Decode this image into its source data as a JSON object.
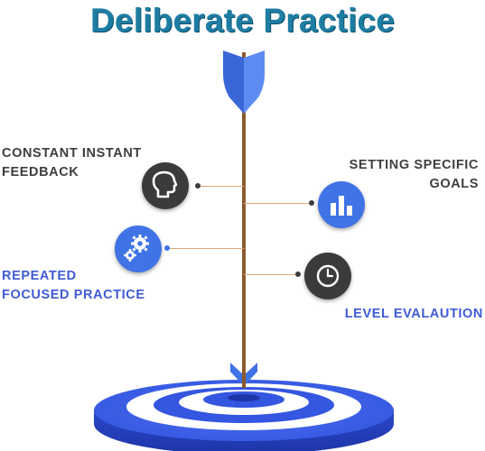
{
  "title": "Deliberate Practice",
  "items": [
    {
      "label_line1": "CONSTANT INSTANT",
      "label_line2": "FEEDBACK",
      "icon": "head-silhouette-icon",
      "side": "left",
      "color": "#3e3e3e"
    },
    {
      "label_line1": "SETTING SPECIFIC",
      "label_line2": "GOALS",
      "icon": "bar-chart-icon",
      "side": "right",
      "color": "#3e3e3e"
    },
    {
      "label_line1": "REPEATED",
      "label_line2": "FOCUSED PRACTICE",
      "icon": "gears-icon",
      "side": "left",
      "color": "#3f5bd4"
    },
    {
      "label_line1": "LEVEL EVALAUTION",
      "label_line2": "",
      "icon": "clock-icon",
      "side": "right",
      "color": "#3f5bd4"
    }
  ],
  "colors": {
    "title": "#1e7da3",
    "arrow_shaft": "#8b5a2b",
    "fletching": "#3f73e6",
    "target_blue": "#3456e0",
    "target_white": "#ffffff",
    "badge_dark": "#3b3b3b",
    "badge_blue": "#3f73e6",
    "connector": "#e0a878"
  }
}
